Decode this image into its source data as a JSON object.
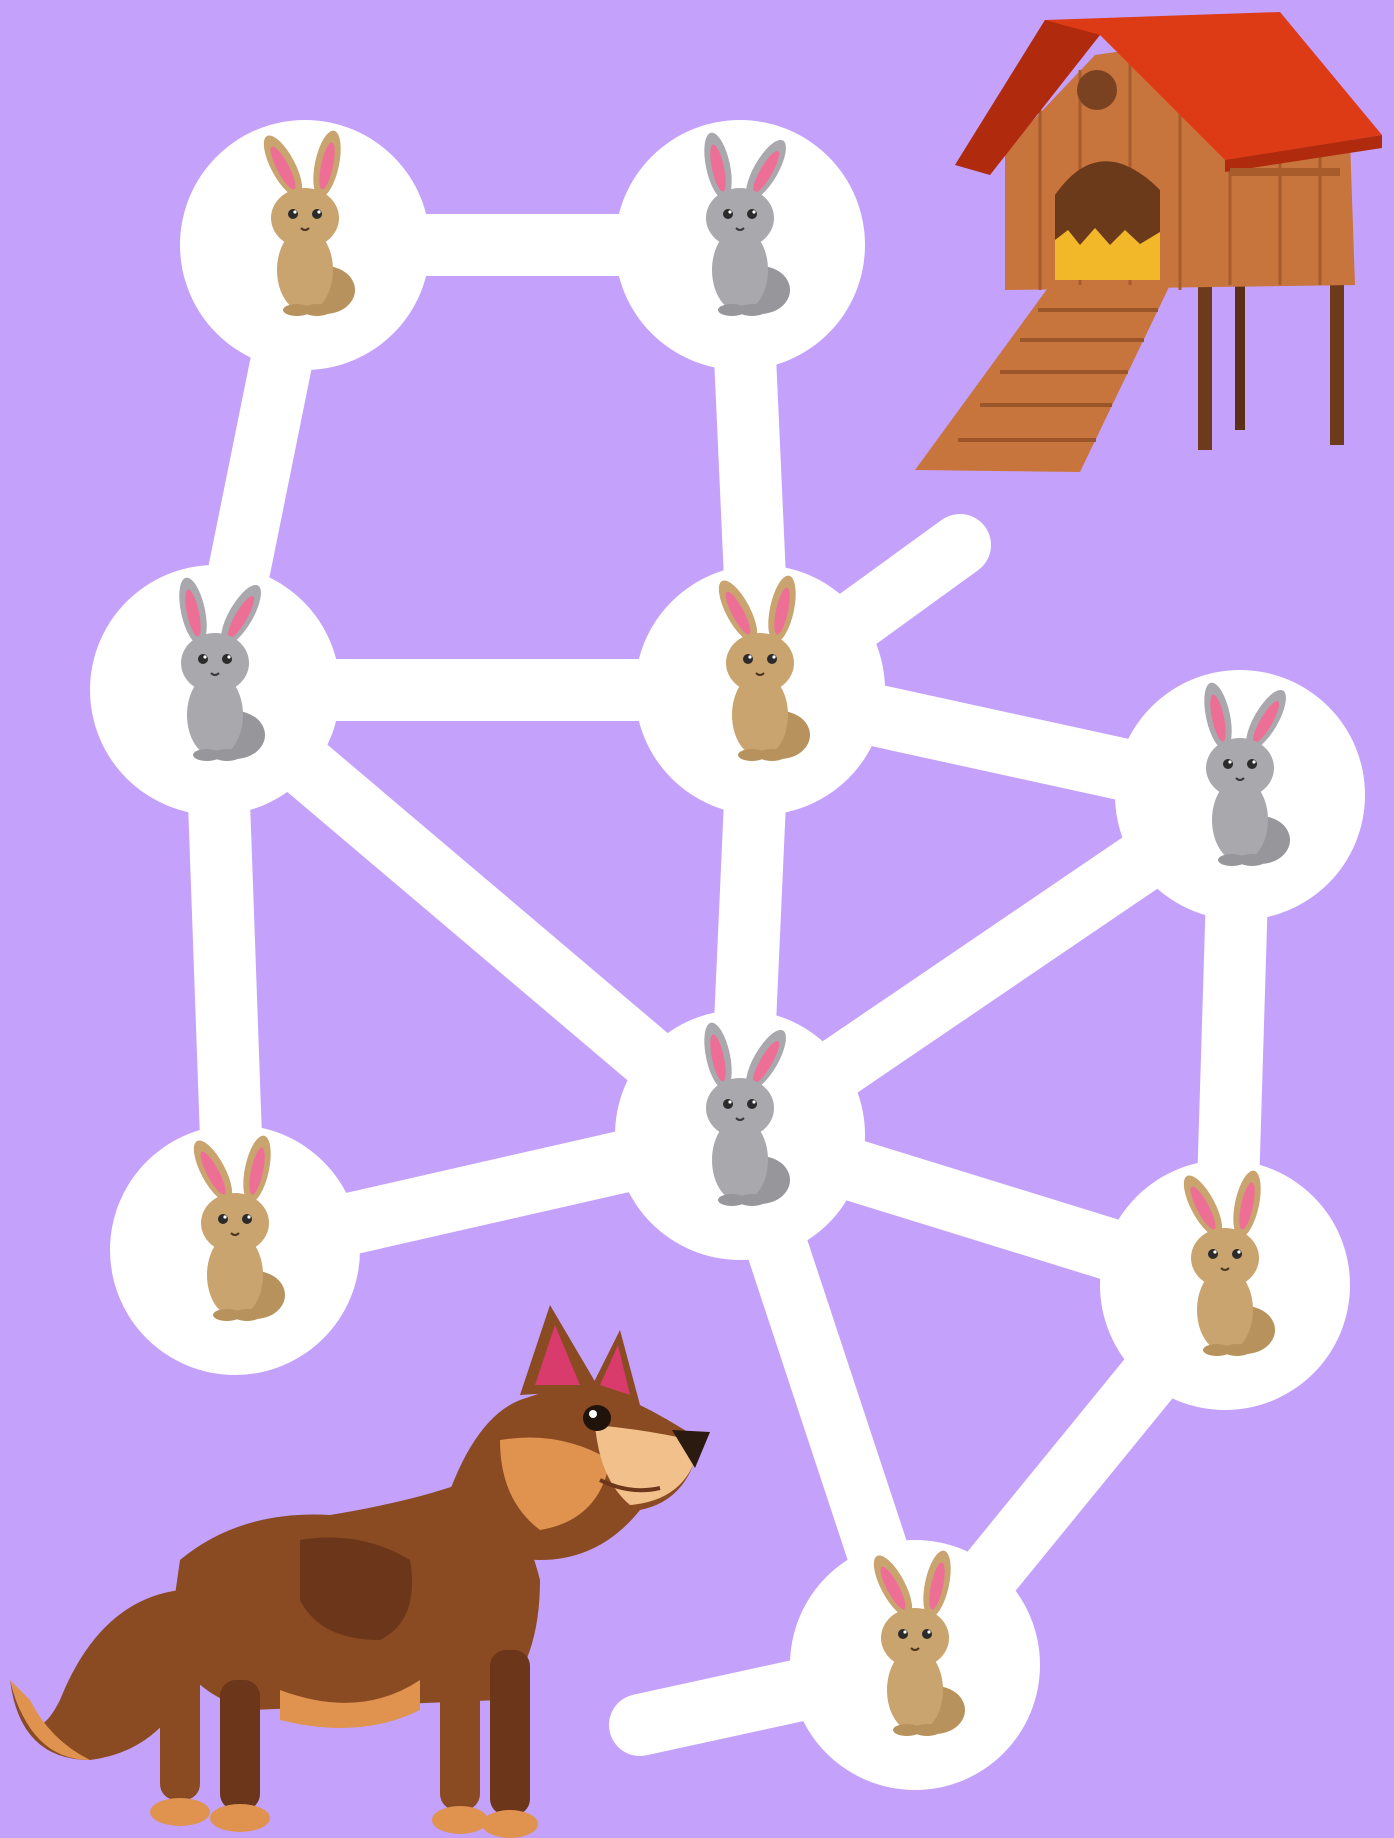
{
  "puzzle": {
    "type": "path-maze",
    "background_color": "#c4a2fb",
    "path_color": "#ffffff",
    "start": "dog",
    "goal": "hutch",
    "characters": {
      "dog": {
        "icon": "dog-icon",
        "fur": "#8a4a22",
        "saddle": "#6b361a",
        "tan": "#e0924f",
        "ear": "#d83b6c"
      },
      "hutch": {
        "icon": "rabbit-hutch-icon",
        "roof": "#dd3a16",
        "wall": "#c8743d",
        "hay": "#f2b82a",
        "legs": "#6d3a1c"
      }
    },
    "bunny_colors": {
      "brown": {
        "body": "#c9a46e",
        "ear": "#ee6f96"
      },
      "gray": {
        "body": "#a8a8ad",
        "ear": "#ee6f96"
      }
    },
    "nodes": [
      {
        "id": "n1",
        "bunny": "brown"
      },
      {
        "id": "n2",
        "bunny": "gray"
      },
      {
        "id": "n3",
        "bunny": "gray"
      },
      {
        "id": "n4",
        "bunny": "brown"
      },
      {
        "id": "n5",
        "bunny": "gray"
      },
      {
        "id": "n6",
        "bunny": "gray"
      },
      {
        "id": "n7",
        "bunny": "brown"
      },
      {
        "id": "n8",
        "bunny": "brown"
      },
      {
        "id": "n9",
        "bunny": "brown"
      }
    ],
    "edges": [
      [
        "n1",
        "n2"
      ],
      [
        "n1",
        "n3"
      ],
      [
        "n2",
        "n4"
      ],
      [
        "n3",
        "n4"
      ],
      [
        "n3",
        "n6"
      ],
      [
        "n3",
        "n7"
      ],
      [
        "n4",
        "n5"
      ],
      [
        "n4",
        "n6"
      ],
      [
        "n4",
        "hutch-stub"
      ],
      [
        "n5",
        "n6"
      ],
      [
        "n5",
        "n8"
      ],
      [
        "n6",
        "n7"
      ],
      [
        "n6",
        "n8"
      ],
      [
        "n6",
        "n9"
      ],
      [
        "n8",
        "n9"
      ],
      [
        "n9",
        "dog-stub"
      ]
    ]
  }
}
